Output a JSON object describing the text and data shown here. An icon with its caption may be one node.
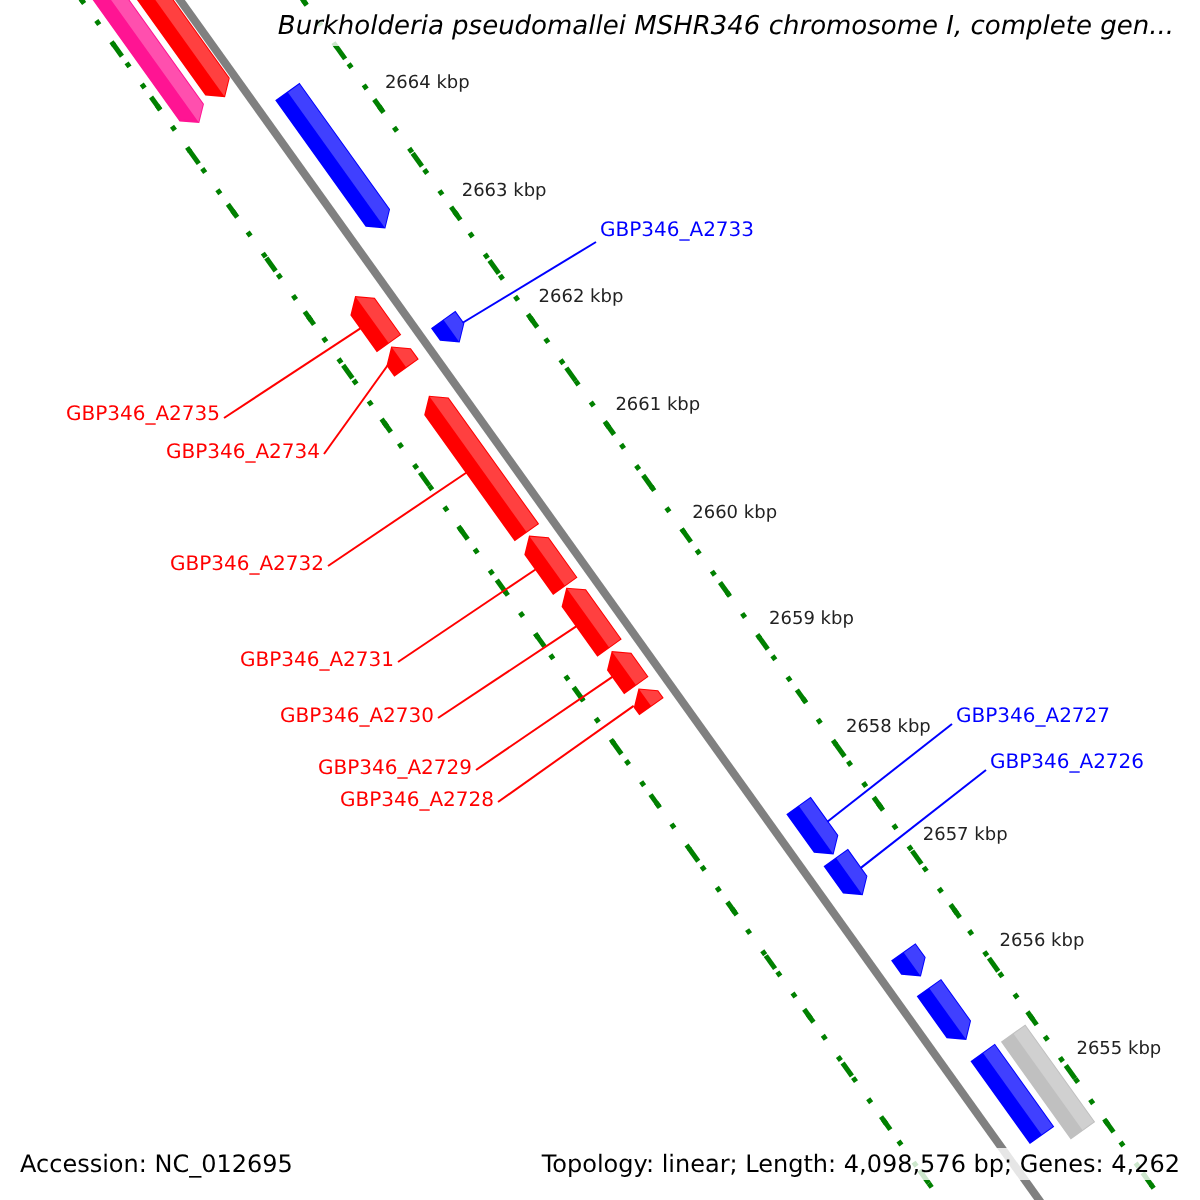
{
  "diagram": {
    "title": "Burkholderia pseudomallei MSHR346 chromosome I, complete gen...",
    "nodes": [
      {
        "text": [],
        "shape": "arrow"
      },
      {
        "text": [],
        "shape": "arrow"
      },
      {
        "text": [],
        "shape": "arrow"
      },
      {
        "text": [],
        "shape": "arrow"
      },
      {
        "text": [],
        "shape": "arrow"
      },
      {
        "text": [],
        "shape": "arrow"
      },
      {
        "text": [],
        "shape": "arrow"
      },
      {
        "text": [],
        "shape": "arrow"
      },
      {
        "text": [],
        "shape": "arrow"
      },
      {
        "text": [],
        "shape": "arrow"
      },
      {
        "text": [],
        "shape": "arrow"
      },
      {
        "text": [],
        "shape": "arrow"
      },
      {
        "text": [],
        "shape": "arrow"
      },
      {
        "text": [],
        "shape": "arrow"
      },
      {
        "text": [],
        "shape": "arrow"
      },
      {
        "text": [],
        "shape": "arrow"
      },
      {
        "text": [],
        "shape": "arrow"
      },
      {
        "text": [
          "GBP346_A2733"
        ]
      },
      {
        "text": [
          "GBP346_A2735"
        ]
      },
      {
        "text": [
          "GBP346_A2734"
        ]
      },
      {
        "text": [
          "GBP346_A2732"
        ]
      },
      {
        "text": [
          "GBP346_A2731"
        ]
      },
      {
        "text": [
          "GBP346_A2730"
        ]
      },
      {
        "text": [
          "GBP346_A2729"
        ]
      },
      {
        "text": [
          "GBP346_A2728"
        ]
      },
      {
        "text": [
          "GBP346_A2727"
        ]
      },
      {
        "text": [
          "GBP346_A2726"
        ]
      }
    ],
    "edges": [
      {
        "from": 17,
        "to": 3,
        "arrow": "none",
        "color": "#0000ff"
      },
      {
        "from": 18,
        "to": 4,
        "arrow": "none"
      },
      {
        "from": 19,
        "to": 5,
        "arrow": "none"
      },
      {
        "from": 20,
        "to": 6,
        "arrow": "none"
      },
      {
        "from": 21,
        "to": 7,
        "arrow": "none"
      },
      {
        "from": 22,
        "to": 8,
        "arrow": "none"
      },
      {
        "from": 23,
        "to": 9,
        "arrow": "none"
      },
      {
        "from": 24,
        "to": 10,
        "arrow": "none"
      },
      {
        "from": 25,
        "to": 11,
        "arrow": "none",
        "color": "#0000ff"
      },
      {
        "from": 26,
        "to": 12,
        "arrow": "none",
        "color": "#0000ff"
      }
    ],
    "labels": [
      "2664 kbp",
      "2663 kbp",
      "2662 kbp",
      "2661 kbp",
      "2660 kbp",
      "2659 kbp",
      "2658 kbp",
      "2657 kbp",
      "2656 kbp",
      "2655 kbp",
      "Accession: NC_012695",
      "Topology: linear; Length: 4,098,576 bp; Genes: 4,262"
    ]
  }
}
